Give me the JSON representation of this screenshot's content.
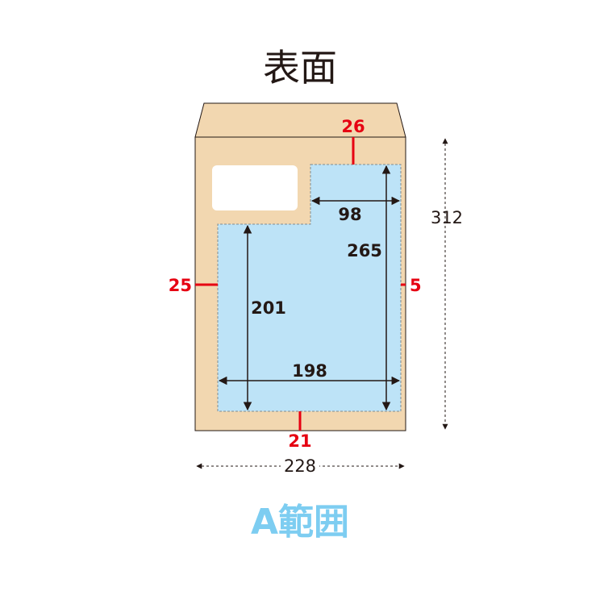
{
  "title": "表面",
  "envelope": {
    "width": "228",
    "height": "312"
  },
  "margins": {
    "top": "26",
    "left": "25",
    "right": "5",
    "bottom": "21"
  },
  "area": {
    "width": "198",
    "height_full": "265",
    "height_lower": "201",
    "top_width": "98"
  },
  "range_label": "A範囲",
  "colors": {
    "envelope": "#f2d7b0",
    "area": "#bde3f7",
    "accent_red": "#e60012",
    "label_blue": "#7dcdf1",
    "ink": "#231815"
  }
}
